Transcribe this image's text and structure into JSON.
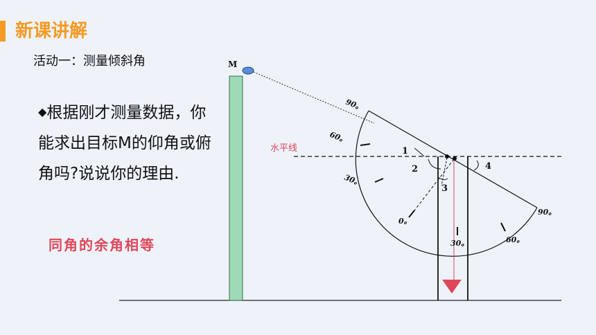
{
  "header": {
    "title": "新课讲解"
  },
  "activity_label": "活动一：测量倾斜角",
  "question": {
    "bullet": "◆",
    "text": "根据刚才测量数据，你能求出目标M的仰角或俯角吗?说说你的理由."
  },
  "answer": "同角的余角相等",
  "diagram": {
    "point_label": "M",
    "horizontal_line_label": "水平线",
    "angle_labels": [
      "1",
      "2",
      "3",
      "4"
    ],
    "protractor_marks": [
      "90。",
      "60。",
      "30。",
      "0。",
      "30。",
      "60。",
      "90。"
    ],
    "colors": {
      "tower": "#9ed9b8",
      "target": "#5b8fd6",
      "plumb_bob": "#e0465a",
      "horizontal_label": "#e0475a"
    }
  }
}
